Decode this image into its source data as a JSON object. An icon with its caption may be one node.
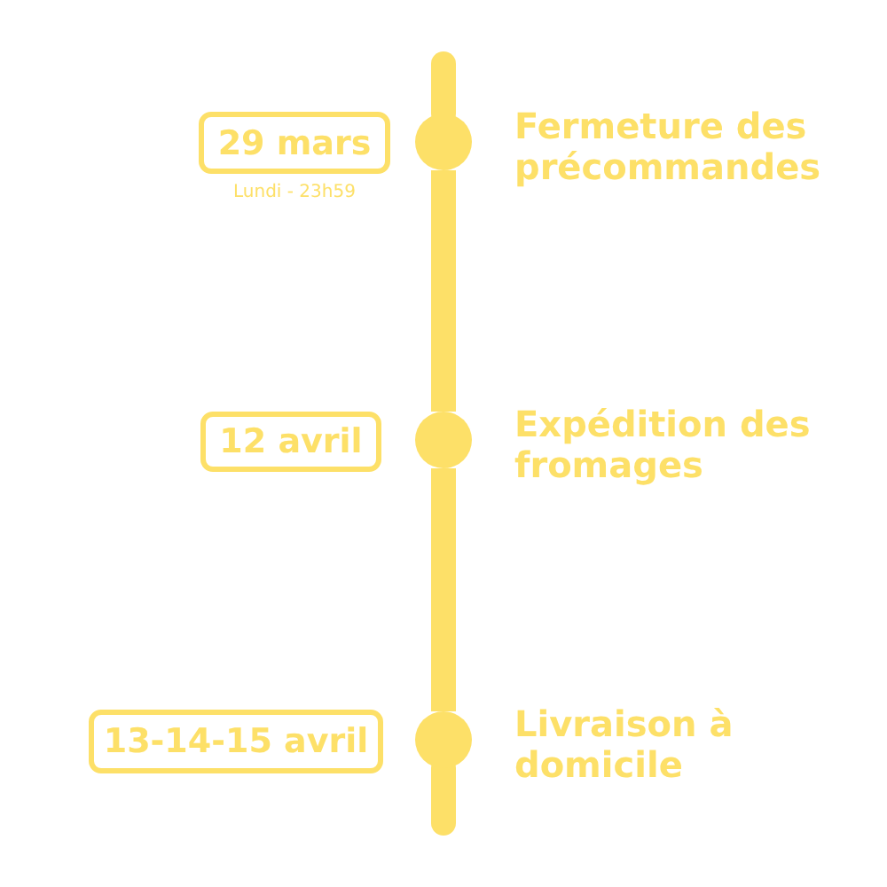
{
  "diagram": {
    "nodes": [
      {
        "text": [
          "29 mars"
        ],
        "beside": [
          "Lundi - 23h59"
        ]
      },
      {
        "text": [],
        "shape": "circle",
        "beside": [
          "Fermeture des précommandes"
        ]
      },
      {
        "text": [
          "12 avril"
        ]
      },
      {
        "text": [],
        "shape": "circle",
        "beside": [
          "Expédition des fromages"
        ]
      },
      {
        "text": [
          "13-14-15 avril"
        ]
      },
      {
        "text": [],
        "shape": "circle",
        "beside": [
          "Livraison à domicile"
        ]
      }
    ],
    "edges": [
      {
        "from": 1,
        "to": 3,
        "arrow": "none"
      },
      {
        "from": 3,
        "to": 5,
        "arrow": "none"
      }
    ]
  }
}
